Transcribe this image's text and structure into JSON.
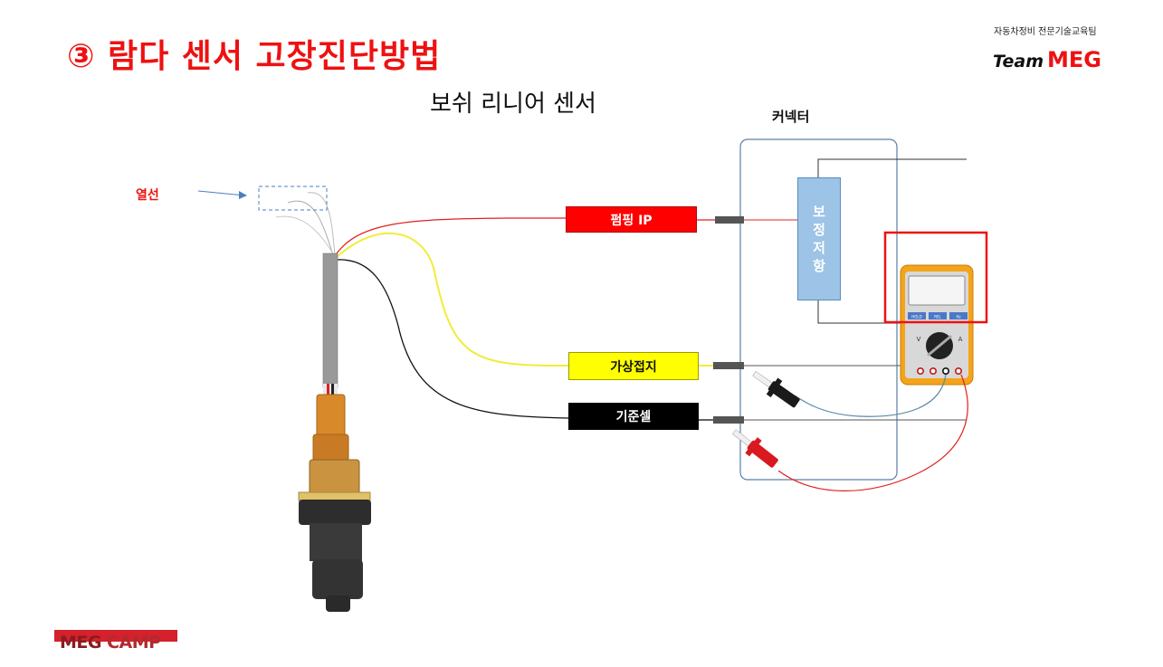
{
  "slide": {
    "title": "③ 람다 센서 고장진단방법",
    "team_subtitle": "자동차정비 전문기술교육팀",
    "team_logo": {
      "word": "Team",
      "brand": "MEG"
    },
    "footer_logo": {
      "part1": "MEG",
      "part2": "CAMP"
    }
  },
  "diagram": {
    "title": "보쉬 리니어 센서",
    "connector_label": "커넥터",
    "heater_label": "열선",
    "wires": {
      "pumping": "펌핑 IP",
      "virtual_ground": "가상접지",
      "reference_cell": "기준셀"
    },
    "resistor_chars": [
      "보",
      "정",
      "저",
      "항"
    ],
    "multimeter": {
      "hold": "HOLD",
      "rel": "REL",
      "hz": "Hz",
      "v": "V",
      "a": "A"
    }
  },
  "colors": {
    "title_red": "#ee1111",
    "pumping_wire": "#e02020",
    "signal_wire": "#f2ec3a",
    "ground_wire": "#111111",
    "resistor_fill": "#9dc3e6",
    "multimeter_body": "#f4a41b",
    "highlight_box": "#ee1111",
    "probe_lead": "#5a8aa8"
  }
}
